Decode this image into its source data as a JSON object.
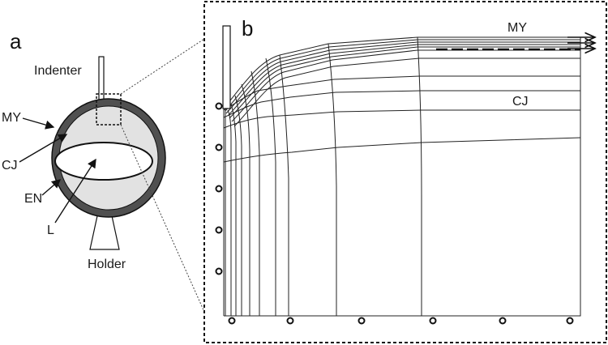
{
  "panel_a": {
    "label": "a",
    "indenter": "Indenter",
    "holder": "Holder",
    "parts": {
      "my": "MY",
      "cj": "CJ",
      "en": "EN",
      "l": "L"
    }
  },
  "panel_b": {
    "label": "b",
    "my": "MY",
    "cj": "CJ"
  },
  "colors": {
    "myometrium": "#505050",
    "cervical_jelly": "#e2e2e2",
    "lumen": "#ffffff",
    "outline": "#111111"
  }
}
